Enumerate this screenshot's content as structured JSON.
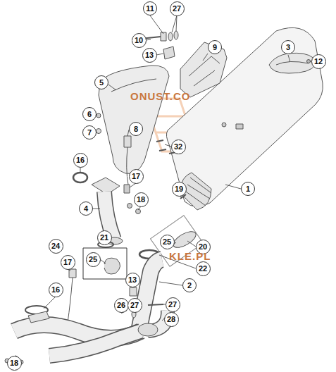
{
  "diagram": {
    "nodes": [
      {
        "text": [
          "11"
        ]
      },
      {
        "text": [
          "27"
        ]
      },
      {
        "text": [
          "10"
        ]
      },
      {
        "text": [
          "9"
        ]
      },
      {
        "text": [
          "3"
        ]
      },
      {
        "text": [
          "13"
        ]
      },
      {
        "text": [
          "12"
        ]
      },
      {
        "text": [
          "5"
        ]
      },
      {
        "text": [
          "6"
        ]
      },
      {
        "text": [
          "8"
        ]
      },
      {
        "text": [
          "7"
        ]
      },
      {
        "text": [
          "32"
        ]
      },
      {
        "text": [
          "16"
        ]
      },
      {
        "text": [
          "17"
        ]
      },
      {
        "text": [
          "1"
        ]
      },
      {
        "text": [
          "19"
        ]
      },
      {
        "text": [
          "18"
        ]
      },
      {
        "text": [
          "4"
        ]
      },
      {
        "text": [
          "21"
        ]
      },
      {
        "text": [
          "25"
        ]
      },
      {
        "text": [
          "24"
        ]
      },
      {
        "text": [
          "20"
        ]
      },
      {
        "text": [
          "25"
        ]
      },
      {
        "text": [
          "17"
        ]
      },
      {
        "text": [
          "22"
        ]
      },
      {
        "text": [
          "13"
        ]
      },
      {
        "text": [
          "2"
        ]
      },
      {
        "text": [
          "16"
        ]
      },
      {
        "text": [
          "26"
        ]
      },
      {
        "text": [
          "27"
        ]
      },
      {
        "text": [
          "27"
        ]
      },
      {
        "text": [
          "28"
        ]
      },
      {
        "text": [
          "18"
        ]
      }
    ],
    "edges": [],
    "labels": [
      "ONUST.CO",
      "KLE.PL"
    ]
  }
}
